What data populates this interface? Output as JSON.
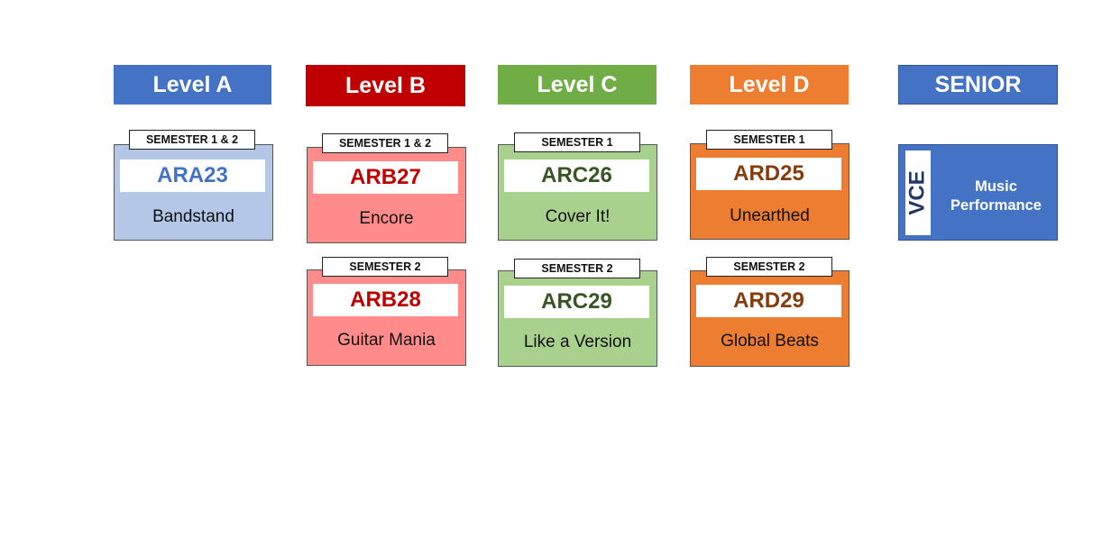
{
  "headers": {
    "level_a": "Level A",
    "level_b": "Level B",
    "level_c": "Level C",
    "level_d": "Level D",
    "senior": "SENIOR"
  },
  "colors": {
    "level_a": "#4472c4",
    "level_b": "#c00000",
    "level_c": "#70ad47",
    "level_d": "#ed7d31",
    "senior": "#4472c4"
  },
  "courses": {
    "ara23": {
      "semester": "SEMESTER 1 & 2",
      "code": "ARA23",
      "name": "Bandstand"
    },
    "arb27": {
      "semester": "SEMESTER 1 & 2",
      "code": "ARB27",
      "name": "Encore"
    },
    "arb28": {
      "semester": "SEMESTER 2",
      "code": "ARB28",
      "name": "Guitar Mania"
    },
    "arc26": {
      "semester": "SEMESTER 1",
      "code": "ARC26",
      "name": "Cover It!"
    },
    "arc29": {
      "semester": "SEMESTER 2",
      "code": "ARC29",
      "name": "Like a Version"
    },
    "ard25": {
      "semester": "SEMESTER 1",
      "code": "ARD25",
      "name": "Unearthed"
    },
    "ard29": {
      "semester": "SEMESTER 2",
      "code": "ARD29",
      "name": "Global Beats"
    }
  },
  "vce": {
    "label": "VCE",
    "title_line1": "Music",
    "title_line2": "Performance"
  }
}
